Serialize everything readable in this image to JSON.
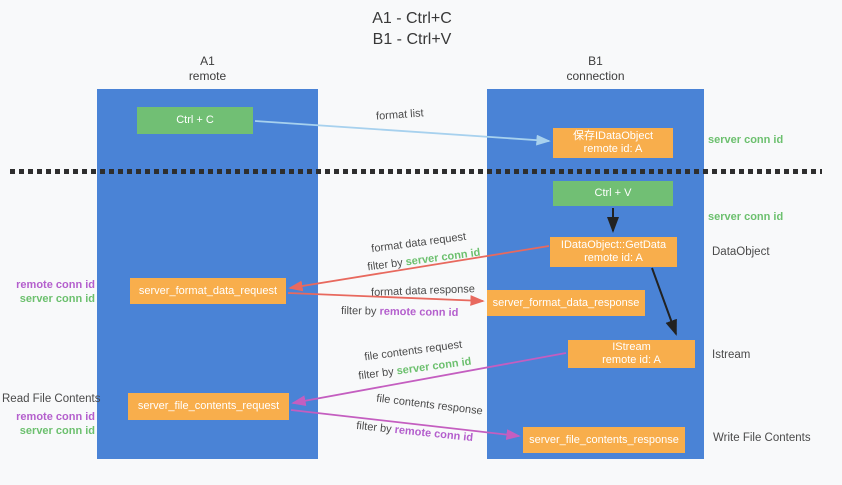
{
  "title": {
    "line1": "A1 - Ctrl+C",
    "line2": "B1 - Ctrl+V"
  },
  "lifelines": {
    "a": {
      "id": "A1",
      "role": "remote"
    },
    "b": {
      "id": "B1",
      "role": "connection"
    }
  },
  "boxes": {
    "ctrl_c": {
      "label": "Ctrl + C"
    },
    "save_dataobject": {
      "line1": "保存IDataObject",
      "line2": "remote id: A"
    },
    "ctrl_v": {
      "label": "Ctrl + V"
    },
    "getdata": {
      "line1": "IDataObject::GetData",
      "line2": "remote id: A"
    },
    "format_request": {
      "label": "server_format_data_request"
    },
    "format_response": {
      "label": "server_format_data_response"
    },
    "istream": {
      "line1": "IStream",
      "line2": "remote id: A"
    },
    "file_request": {
      "label": "server_file_contents_request"
    },
    "file_response": {
      "label": "server_file_contents_response"
    }
  },
  "annotations": {
    "server_conn_id": "server conn id",
    "remote_conn_id": "remote conn id",
    "dataobject": "DataObject",
    "istream": "Istream",
    "read_file_contents": "Read File Contents",
    "write_file_contents": "Write File Contents"
  },
  "arrow_labels": {
    "format_list": "format list",
    "format_data_request": "format data request",
    "format_data_response": "format data response",
    "file_contents_request": "file contents request",
    "file_contents_response": "file contents response",
    "filter_by": "filter by"
  },
  "colors": {
    "lifeline_blue": "#4a83d6",
    "box_orange": "#f8ae4c",
    "box_green": "#71bf74",
    "green_text": "#6cc06e",
    "purple_text": "#b45fcd",
    "arrow_red": "#e8695e",
    "arrow_light_blue": "#a7d1ee",
    "arrow_magenta": "#c45ec0",
    "arrow_black": "#222222"
  }
}
